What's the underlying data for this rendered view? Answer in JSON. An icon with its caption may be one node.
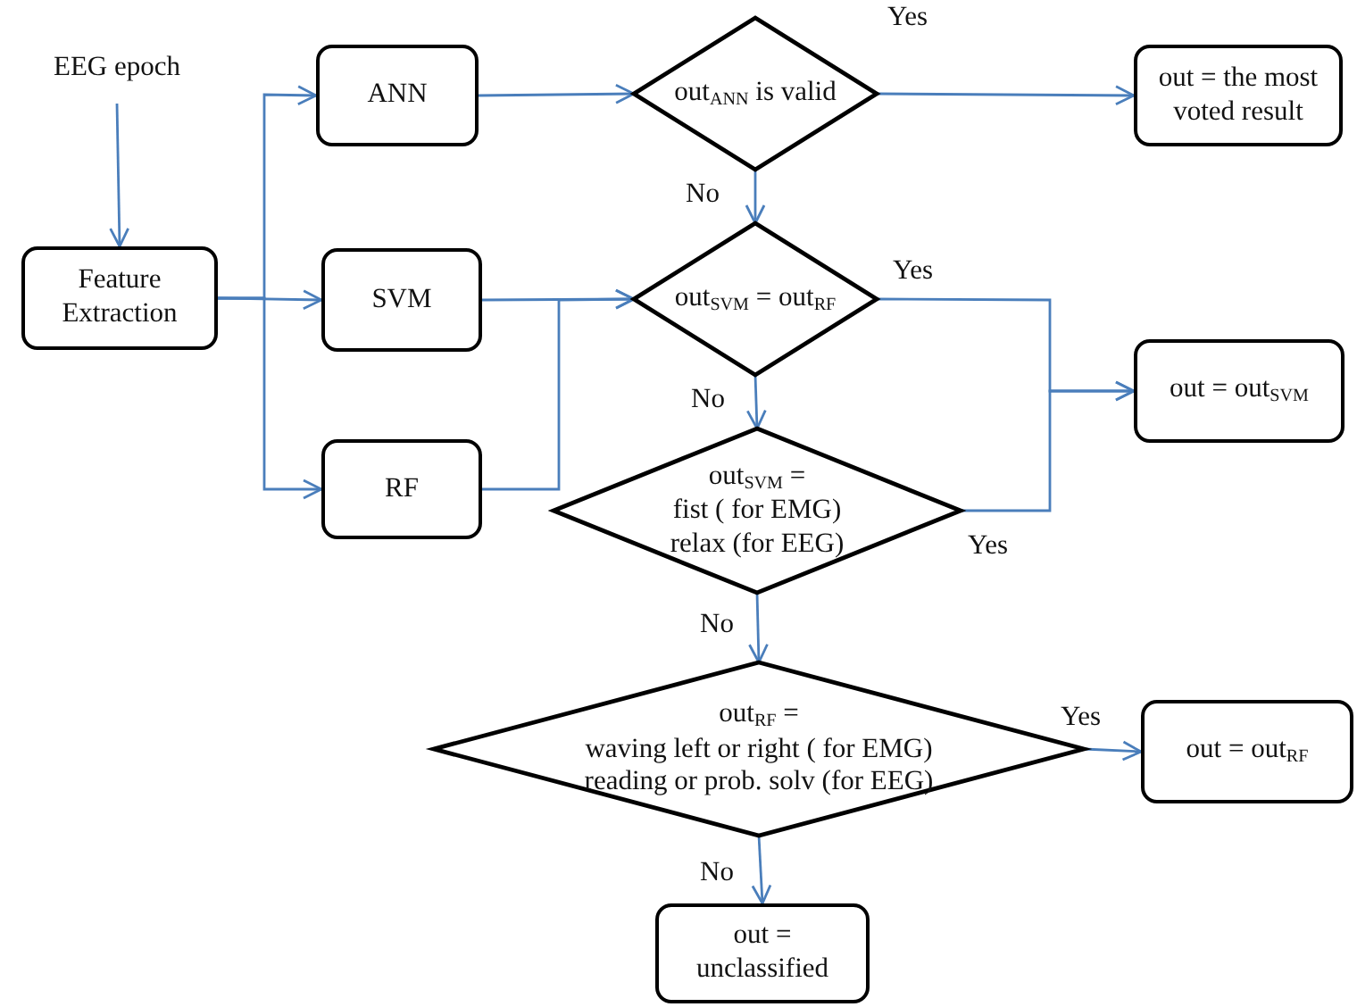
{
  "diagram": {
    "nodes": [
      {
        "text": [
          "EEG epoch"
        ]
      },
      {
        "text": [
          "Feature Extraction"
        ]
      },
      {
        "text": [
          "ANN"
        ]
      },
      {
        "text": [
          "SVM"
        ]
      },
      {
        "text": [
          "RF"
        ]
      },
      {
        "text": [
          "out$_{ANN}$ is valid"
        ]
      },
      {
        "text": [
          "out = the most voted result"
        ]
      },
      {
        "text": [
          "out$_{SVM}$ = out$_{RF}$"
        ]
      },
      {
        "text": [
          "out = out$_{SVM}$"
        ]
      },
      {
        "text": [
          "out$_{SVM}$ =",
          "fist ( for EMG) relax (for EEG)"
        ]
      },
      {
        "text": [
          "out$_{RF}$ =",
          "waving left or right ( for EMG) reading or prob. solv (for EEG)"
        ]
      },
      {
        "text": [
          "out = out$_{RF}$"
        ]
      },
      {
        "text": [
          "out = unclassified"
        ]
      }
    ],
    "edges": [
      {
        "from": 0,
        "to": 1,
        "arrow": "to"
      },
      {
        "from": 1,
        "to": 2,
        "arrow": "to"
      },
      {
        "from": 1,
        "to": 3,
        "arrow": "to"
      },
      {
        "from": 1,
        "to": 4,
        "arrow": "to"
      },
      {
        "from": 2,
        "to": 5,
        "arrow": "to"
      },
      {
        "from": 5,
        "to": 6,
        "label": "Yes",
        "arrow": "to"
      },
      {
        "from": 5,
        "to": 7,
        "label": "No",
        "arrow": "to"
      },
      {
        "from": 3,
        "to": 7,
        "arrow": "to"
      },
      {
        "from": 4,
        "to": 7,
        "arrow": "to"
      },
      {
        "from": 7,
        "to": 8,
        "label": "Yes",
        "arrow": "to"
      },
      {
        "from": 9,
        "to": 8,
        "label": "Yes",
        "arrow": "to"
      },
      {
        "from": 7,
        "to": 9,
        "label": "No",
        "arrow": "to"
      },
      {
        "from": 9,
        "to": 10,
        "label": "No",
        "arrow": "to"
      },
      {
        "from": 10,
        "to": 11,
        "label": "Yes",
        "arrow": "to"
      },
      {
        "from": 10,
        "to": 12,
        "label": "No",
        "arrow": "to"
      }
    ]
  }
}
